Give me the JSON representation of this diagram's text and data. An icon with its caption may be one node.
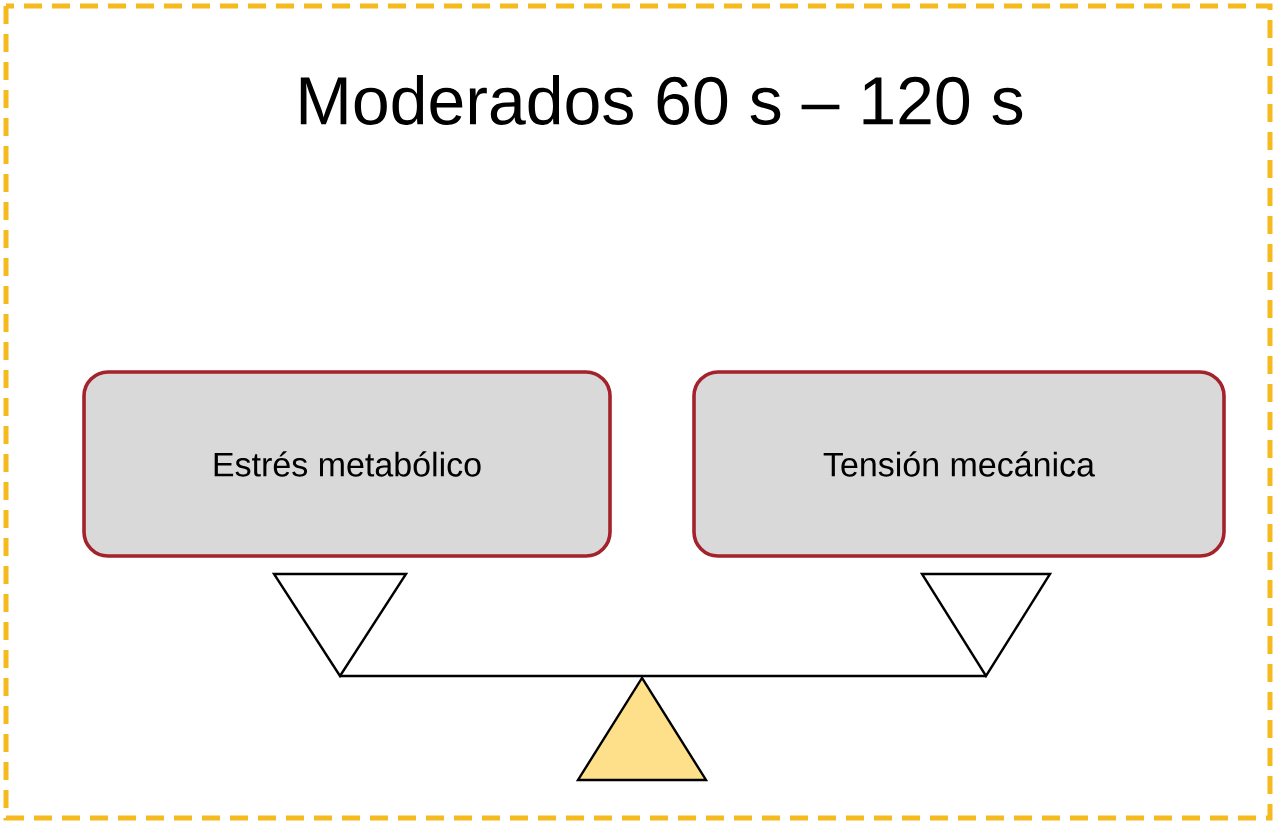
{
  "diagram": {
    "title": "Moderados  60 s – 120 s",
    "nodes": [
      {
        "text": [
          "Estrés metabólico"
        ]
      },
      {
        "text": [
          "Tensión mecánica"
        ]
      }
    ]
  }
}
